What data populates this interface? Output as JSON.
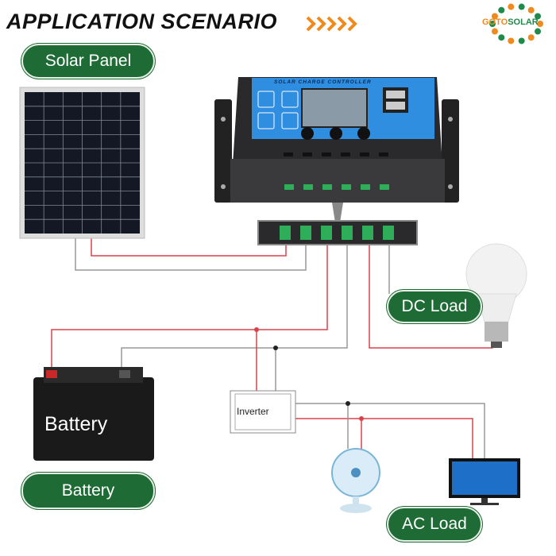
{
  "header": {
    "title": "APPLICATION SCENARIO",
    "arrows_icon": "chevron-right-icon",
    "arrow_color": "#f08a1c"
  },
  "logo": {
    "text": "GOTOSOLAR",
    "colors": [
      "#f08a1c",
      "#1f8a4a"
    ]
  },
  "labels": {
    "solar_panel": "Solar Panel",
    "dc_load": "DC Load",
    "battery": "Battery",
    "ac_load": "AC Load"
  },
  "devices": {
    "controller_label": "SOLAR CHARGE CONTROLLER",
    "battery_label": "Battery",
    "inverter_label": "Inverter"
  },
  "colors": {
    "pill": "#1f6b35",
    "wire_red": "#d8434a",
    "wire_gray": "#8a8a8a",
    "controller_blue": "#2f8ee0"
  }
}
